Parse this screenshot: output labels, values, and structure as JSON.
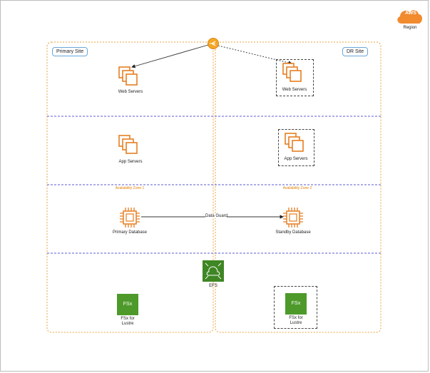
{
  "region": {
    "cloud_text": "AWS",
    "label": "Region"
  },
  "sites": {
    "primary": "Primary Site",
    "dr": "DR Site"
  },
  "zones": {
    "az1": "Availability Zone 1",
    "az2": "Availability Zone 2"
  },
  "nodes": {
    "web_primary": "Web Servers",
    "web_dr": "Web Servers",
    "app_primary": "App Servers",
    "app_dr": "App Servers",
    "db_primary": "Primary Database",
    "db_dr": "Standby Database",
    "efs": "EFS",
    "fsx_primary": [
      "FSx for",
      "Lustre"
    ],
    "fsx_dr": [
      "FSx for",
      "Lustre"
    ],
    "fsx_icon_text": "FSx"
  },
  "edges": {
    "dataguard": "Data Guard"
  },
  "colors": {
    "aws_orange": "#e67e22",
    "zone_border": "#e8a33c",
    "tier_line": "#5b5bd6",
    "efs_green": "#3f8624",
    "fsx_green": "#4d9a2a"
  }
}
